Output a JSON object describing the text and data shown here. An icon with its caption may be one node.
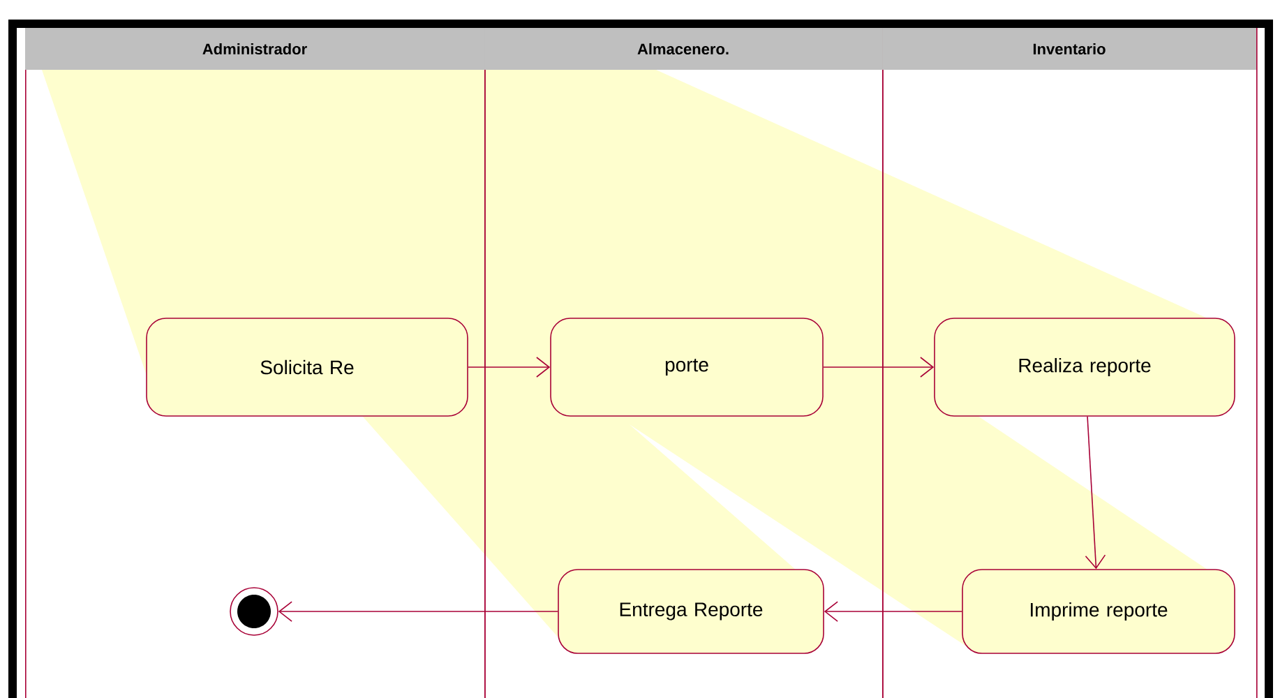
{
  "diagram": {
    "nodes": [
      {
        "text": [
          "Administrador"
        ]
      },
      {
        "text": [
          "Almacenero."
        ]
      },
      {
        "text": [
          "Inventario"
        ]
      },
      {
        "text": [
          "Solicita Re"
        ],
        "in": 0
      },
      {
        "text": [
          "porte"
        ],
        "in": 1
      },
      {
        "text": [
          "Realiza reporte"
        ],
        "in": 2
      },
      {
        "text": [],
        "shape": "circle",
        "in": 0
      },
      {
        "text": [
          "Entrega Reporte"
        ],
        "in": 1
      },
      {
        "text": [
          "Imprime reporte"
        ],
        "in": 2
      }
    ],
    "edges": [
      {
        "from": 3,
        "to": 4,
        "arrow": "to"
      },
      {
        "from": 4,
        "to": 5,
        "arrow": "to"
      },
      {
        "from": 5,
        "to": 8,
        "arrow": "to"
      },
      {
        "from": 8,
        "to": 7,
        "arrow": "to"
      },
      {
        "from": 7,
        "to": 6,
        "arrow": "to"
      }
    ]
  }
}
